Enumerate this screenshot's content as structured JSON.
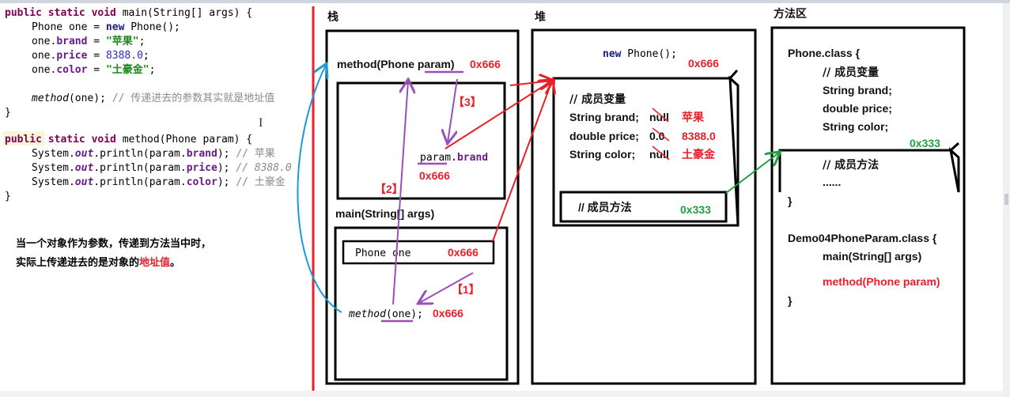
{
  "code": {
    "main_sig": [
      "public static void ",
      "main(String[] args) {"
    ],
    "line1": [
      "Phone one = ",
      "new",
      " Phone();"
    ],
    "line2": [
      "one.",
      "brand",
      " = ",
      "\"苹果\"",
      ";"
    ],
    "line3": [
      "one.",
      "price",
      " = ",
      "8388.0",
      ";"
    ],
    "line4": [
      "one.",
      "color",
      " = ",
      "\"土豪金\"",
      ";"
    ],
    "line5": [
      "method",
      "(one); ",
      "// 传递进去的参数其实就是地址值"
    ],
    "close1": "}",
    "method_sig": [
      "public static void ",
      "method(Phone param) {"
    ],
    "print1": [
      "System.",
      "out",
      ".println(param.",
      "brand",
      "); ",
      "// 苹果"
    ],
    "print2": [
      "System.",
      "out",
      ".println(param.",
      "price",
      "); ",
      "// 8388.0"
    ],
    "print3": [
      "System.",
      "out",
      ".println(param.",
      "color",
      "); ",
      "// 土豪金"
    ],
    "close2": "}"
  },
  "note": {
    "line1": "当一个对象作为参数，传递到方法当中时，",
    "line2_prefix": "实际上传递进去的是对象的",
    "line2_highlight": "地址值",
    "line2_suffix": "。"
  },
  "stack": {
    "title": "栈",
    "method_frame": "method(Phone param)",
    "method_addr": "0x666",
    "param_brand": [
      "param",
      ".brand"
    ],
    "param_addr": "0x666",
    "main_frame": "main(String[] args)",
    "phone_one": "Phone one",
    "phone_one_addr": "0x666",
    "method_call": [
      "method",
      "(one);"
    ],
    "method_call_addr": "0x666",
    "step1": "【1】",
    "step2": "【2】",
    "step3": "【3】"
  },
  "heap": {
    "title": "堆",
    "new_phone": [
      "new",
      " Phone();"
    ],
    "object_addr": "0x666",
    "member_vars": "// 成员变量",
    "fields": [
      {
        "decl": "String brand;",
        "old": "null",
        "new": "苹果"
      },
      {
        "decl": "double price;",
        "old": "0.0",
        "new": "8388.0"
      },
      {
        "decl": "String color;",
        "old": "null",
        "new": "土豪金"
      }
    ],
    "member_methods": "// 成员方法",
    "methods_addr": "0x333"
  },
  "method_area": {
    "title": "方法区",
    "phone_class": "Phone.class {",
    "member_vars": "// 成员变量",
    "fields": [
      "String brand;",
      "double price;",
      "String color;"
    ],
    "methods_addr": "0x333",
    "member_methods": "// 成员方法",
    "ellipsis": "......",
    "close1": "}",
    "demo_class": "Demo04PhoneParam.class {",
    "main": "main(String[] args)",
    "method": "method(Phone param)",
    "close2": "}"
  },
  "colors": {
    "red": "#e8202a",
    "green": "#20a040",
    "purple": "#9b4fb8",
    "blue": "#1a9ad8"
  }
}
